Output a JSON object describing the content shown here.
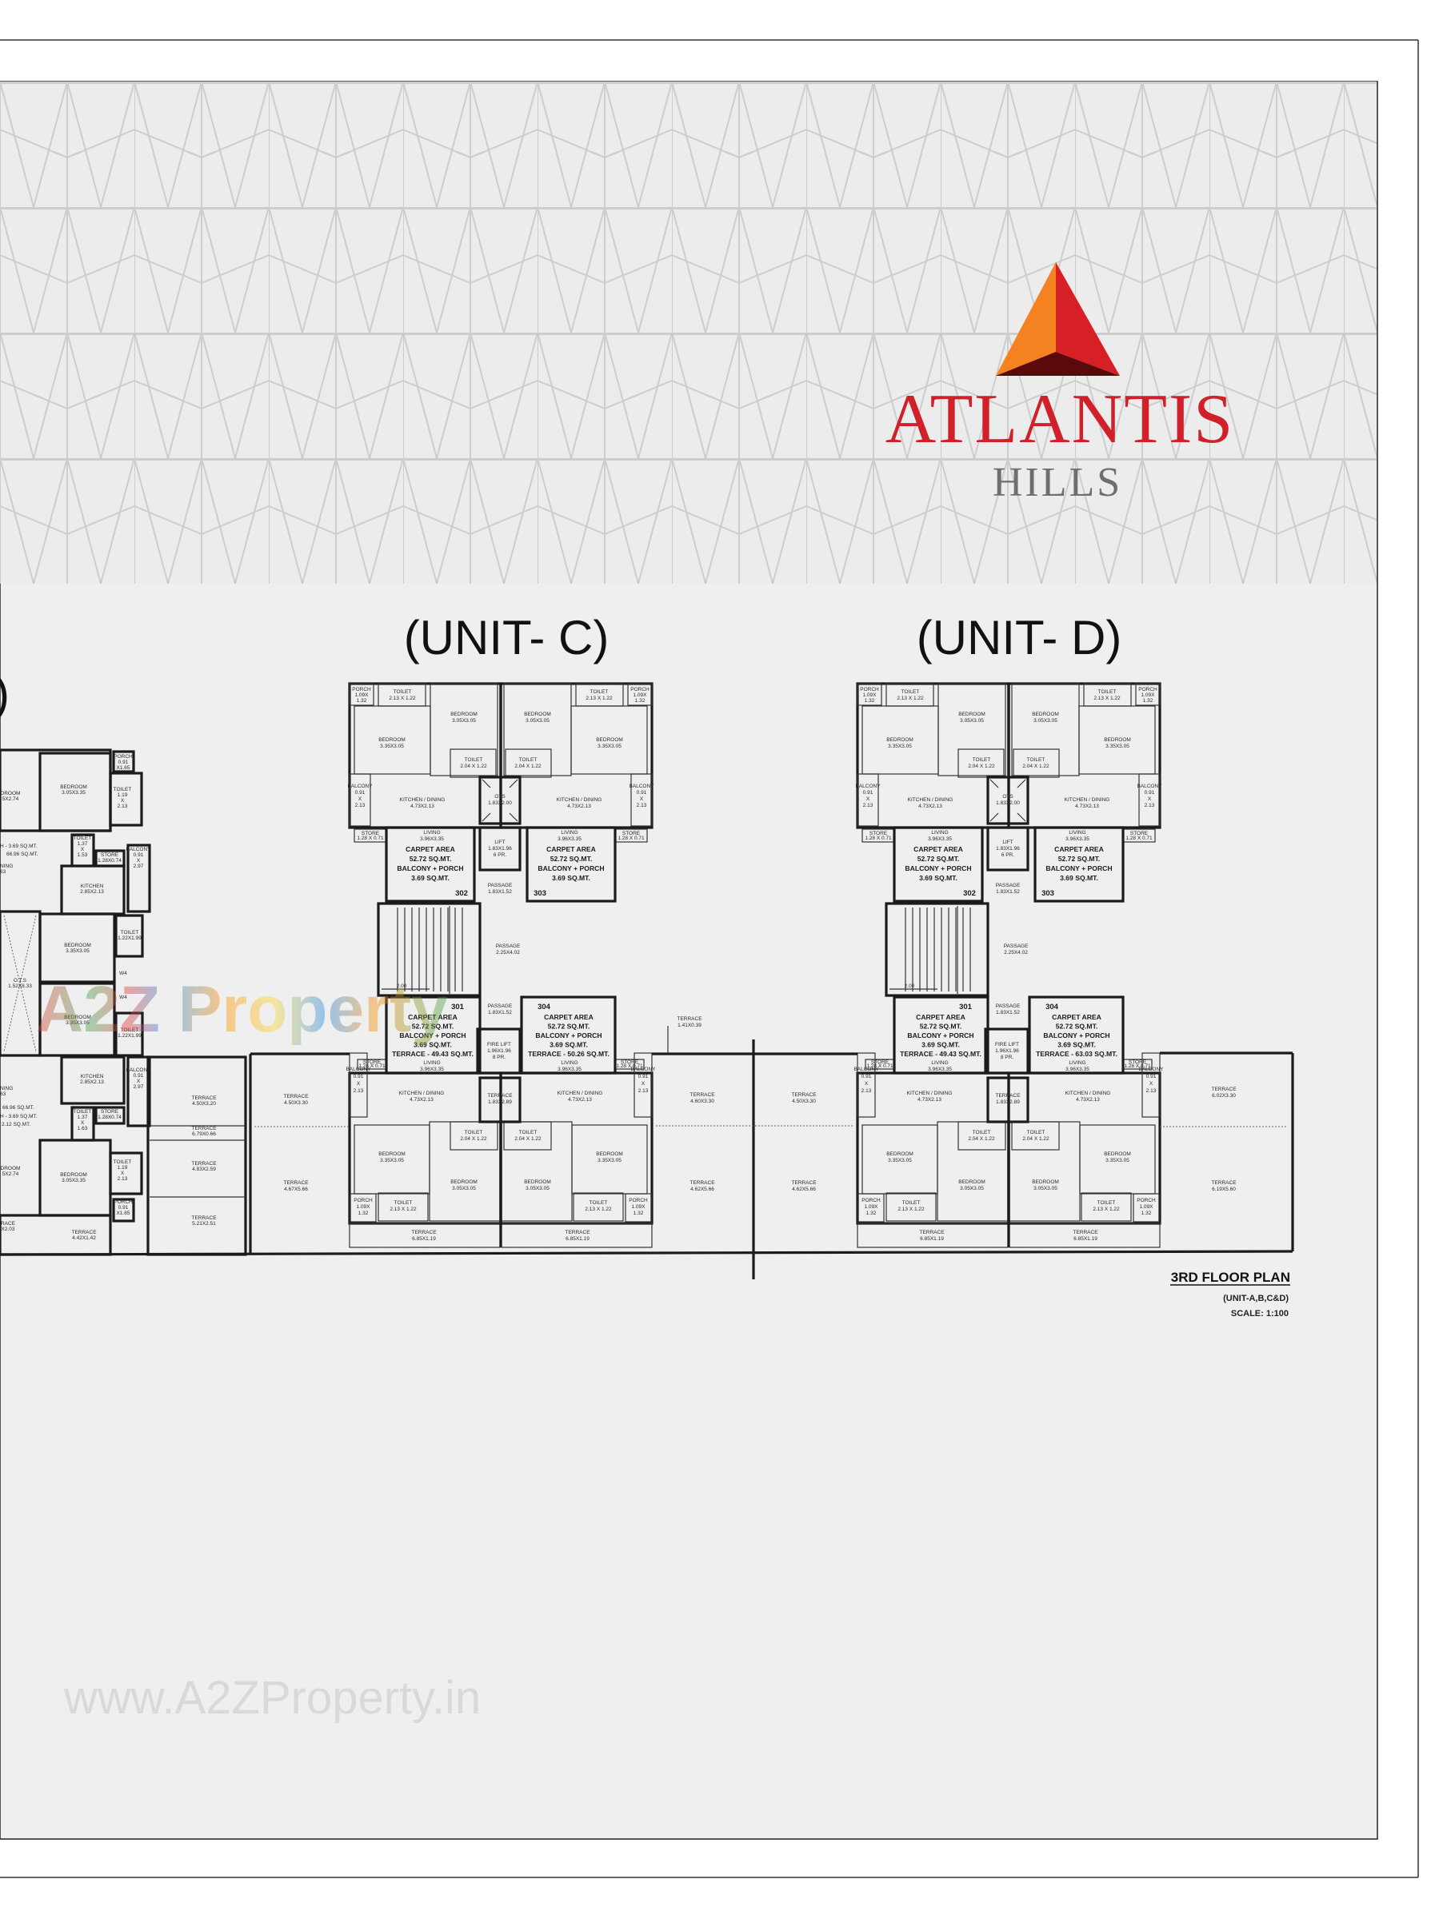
{
  "brand": {
    "name": "ATLANTIS",
    "subname": "HILLS",
    "colors": {
      "orange": "#f58220",
      "red": "#d71f26",
      "dark": "#5a0a0a",
      "text_red": "#d0202a",
      "text_gray": "#6d6e70"
    }
  },
  "plan": {
    "title": "3RD FLOOR PLAN",
    "units_note": "(UNIT-A,B,C&D)",
    "scale": "SCALE: 1:100"
  },
  "watermarks": {
    "center": "A2Z Property",
    "footer": "www.A2ZProperty.in"
  },
  "partial_unit": {
    "title_fragment": ")",
    "labels": [
      [
        "DROOM",
        "5X2.74"
      ],
      [
        "BEDROOM",
        "3.05X3.35"
      ],
      [
        "PORCH",
        "0.91",
        "X1.65"
      ],
      [
        "TOILET",
        "1.19",
        "X",
        "2.13"
      ],
      [
        "H - 3.69 SQ.MT."
      ],
      [
        "66.96 SQ.MT."
      ],
      [
        "NING",
        "63"
      ],
      [
        "TOILET",
        "1.37",
        "X",
        "1.53"
      ],
      [
        "STORE",
        "1.28X0.74"
      ],
      [
        "BALCONY",
        "0.91",
        "X",
        "2.97"
      ],
      [
        "KITCHEN",
        "2.85X2.13"
      ],
      [
        "O.T.S",
        "1.52X8.33"
      ],
      [
        "BEDROOM",
        "3.35X3.05"
      ],
      [
        "TOILET",
        "1.22X1.99"
      ],
      [
        "W4"
      ],
      [
        "W4"
      ],
      [
        "BEDROOM",
        "3.35X3.05"
      ],
      [
        "TOILET",
        "1.22X1.99"
      ],
      [
        "KITCHEN",
        "2.85X2.13"
      ],
      [
        "NING",
        "63"
      ],
      [
        "66.96 SQ.MT."
      ],
      [
        "H - 3.69 SQ.MT."
      ],
      [
        "2.12 SQ.MT."
      ],
      [
        "TOILET",
        "1.37",
        "X",
        "1.63"
      ],
      [
        "STORE",
        "1.28X0.74"
      ],
      [
        "BALCONY",
        "0.91",
        "X",
        "2.97"
      ],
      [
        "BEDROOM",
        "3.05X3.35"
      ],
      [
        "TOILET",
        "1.19",
        "X",
        "2.13"
      ],
      [
        "PORCH",
        "0.91",
        "X1.65"
      ],
      [
        "DROOM",
        "5X2.74"
      ],
      [
        "RACE",
        "X2.03"
      ],
      [
        "TERRACE",
        "4.42X1.42"
      ],
      [
        "TERRACE",
        "4.50X3.20"
      ],
      [
        "TERRACE",
        "6.79X0.66"
      ],
      [
        "TERRACE",
        "4.83X2.59"
      ],
      [
        "TERRACE",
        "5.21X2.51"
      ]
    ]
  },
  "top_flat_rooms": {
    "porch": [
      "PORCH",
      "1.09X",
      "1.32"
    ],
    "toilet_a": [
      "TOILET",
      "2.13 X 1.22"
    ],
    "bed_a": [
      "BEDROOM",
      "3.05X3.05"
    ],
    "bed_b": [
      "BEDROOM",
      "3.35X3.05"
    ],
    "toilet_b": [
      "TOILET",
      "2.04 X 1.22"
    ],
    "kitchen": [
      "KITCHEN / DINING",
      "4.73X2.13"
    ],
    "balcony": [
      "BALCONY",
      "0.91",
      "X",
      "2.13"
    ],
    "store": [
      "STORE",
      "1.28 X 0.71"
    ],
    "living": [
      "LIVING",
      "3.96X3.35"
    ]
  },
  "bottom_flat_rooms": {
    "living": [
      "LIVING",
      "3.96X3.35"
    ],
    "kitchen": [
      "KITCHEN / DINING",
      "4.73X2.13"
    ],
    "balcony": [
      "BALCONY",
      "0.91",
      "X",
      "2.13"
    ],
    "store": [
      "STORE",
      "1.28 X 0.71"
    ],
    "bed_b": [
      "BEDROOM",
      "3.35X3.05"
    ],
    "bed_a": [
      "BEDROOM",
      "3.05X3.05"
    ],
    "toilet_b": [
      "TOILET",
      "2.04 X 1.22"
    ],
    "toilet_a": [
      "TOILET",
      "2.13 X 1.22"
    ],
    "porch": [
      "PORCH",
      "1.09X",
      "1.32"
    ],
    "terrace": [
      "TERRACE",
      "6.85X1.19"
    ]
  },
  "core": {
    "ots": [
      "OTS",
      "1.83X2.00"
    ],
    "lift": [
      "LIFT",
      "1.83X1.96",
      "6 PR."
    ],
    "passage_top": [
      "PASSAGE",
      "1.83X1.52"
    ],
    "stair_passage": [
      "PASSAGE",
      "2.25X4.02"
    ],
    "stair_width": "2.00",
    "passage_bottom": [
      "PASSAGE",
      "1.83X1.52"
    ],
    "fire_lift": [
      "FIRE LIFT",
      "1.96X1.96",
      "8 PR."
    ],
    "core_terrace": [
      "TERRACE",
      "1.83X2.89"
    ]
  },
  "units": [
    {
      "title": "(UNIT- C)",
      "flats": {
        "top_left": {
          "no": "302",
          "area": [
            "CARPET AREA",
            "52.72 SQ.MT.",
            "BALCONY + PORCH",
            "3.69 SQ.MT."
          ]
        },
        "top_right": {
          "no": "303",
          "area": [
            "CARPET AREA",
            "52.72 SQ.MT.",
            "BALCONY + PORCH",
            "3.69 SQ.MT."
          ]
        },
        "bottom_left": {
          "no": "301",
          "area": [
            "CARPET AREA",
            "52.72 SQ.MT.",
            "BALCONY + PORCH",
            "3.69 SQ.MT.",
            "TERRACE - 49.43 SQ.MT."
          ]
        },
        "bottom_right": {
          "no": "304",
          "area": [
            "CARPET AREA",
            "52.72 SQ.MT.",
            "BALCONY + PORCH",
            "3.69 SQ.MT.",
            "TERRACE - 50.26 SQ.MT."
          ]
        }
      }
    },
    {
      "title": "(UNIT- D)",
      "flats": {
        "top_left": {
          "no": "302",
          "area": [
            "CARPET AREA",
            "52.72 SQ.MT.",
            "BALCONY + PORCH",
            "3.69 SQ.MT."
          ]
        },
        "top_right": {
          "no": "303",
          "area": [
            "CARPET AREA",
            "52.72 SQ.MT.",
            "BALCONY + PORCH",
            "3.69 SQ.MT."
          ]
        },
        "bottom_left": {
          "no": "301",
          "area": [
            "CARPET AREA",
            "52.72 SQ.MT.",
            "BALCONY + PORCH",
            "3.69 SQ.MT.",
            "TERRACE - 49.43 SQ.MT."
          ]
        },
        "bottom_right": {
          "no": "304",
          "area": [
            "CARPET AREA",
            "52.72 SQ.MT.",
            "BALCONY + PORCH",
            "3.69 SQ.MT.",
            "TERRACE - 63.03 SQ.MT."
          ]
        }
      }
    }
  ],
  "terraces": {
    "left_of_c": [
      [
        "TERRACE",
        "4.50X3.30"
      ],
      [
        "TERRACE",
        "4.67X5.66"
      ]
    ],
    "right_of_c": [
      [
        "TERRACE",
        "4.60X3.30"
      ],
      [
        "TERRACE",
        "4.62X5.66"
      ]
    ],
    "left_of_d": [
      [
        "TERRACE",
        "4.50X3.30"
      ],
      [
        "TERRACE",
        "4.62X5.66"
      ]
    ],
    "right_of_d": [
      [
        "TERRACE",
        "6.02X3.30"
      ],
      [
        "TERRACE",
        "6.19X5.60"
      ]
    ],
    "small": [
      "TERRACE",
      "1.41X0.39"
    ]
  }
}
